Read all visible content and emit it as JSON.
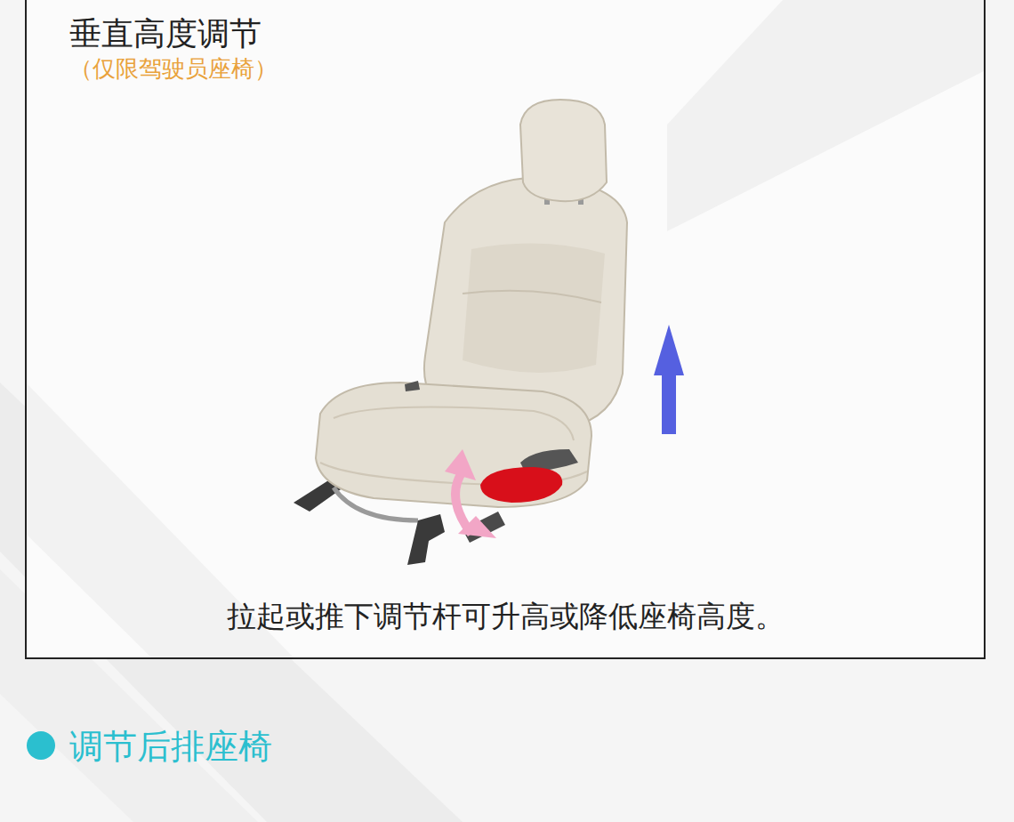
{
  "diagram": {
    "nodes": [
      {
        "text": [
          "垂直高度调节",
          "（仅限驾驶员座椅）",
          "拉起或推下调节杆可升高或降低座椅高度。"
        ]
      }
    ],
    "labels": [
      "调节后排座椅"
    ]
  }
}
